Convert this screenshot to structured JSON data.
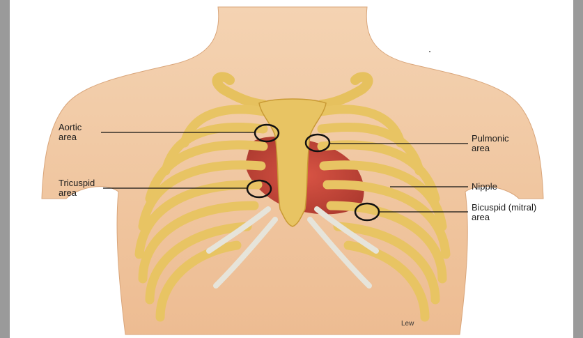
{
  "labels": {
    "aortic": [
      "Aortic",
      "area"
    ],
    "tricuspid": [
      "Tricuspid",
      "area"
    ],
    "pulmonic": [
      "Pulmonic",
      "area"
    ],
    "nipple": "Nipple",
    "bicuspid": [
      "Bicuspid (mitral)",
      "area"
    ]
  },
  "credit": "Lew",
  "colors": {
    "skin": "#f1c9a4",
    "skin_shadow": "#e2a97e",
    "bone": "#e8c463",
    "bone_dark": "#c99a35",
    "cartilage": "#e6e4da",
    "heart": "#c23a2e",
    "ink": "#111111"
  }
}
